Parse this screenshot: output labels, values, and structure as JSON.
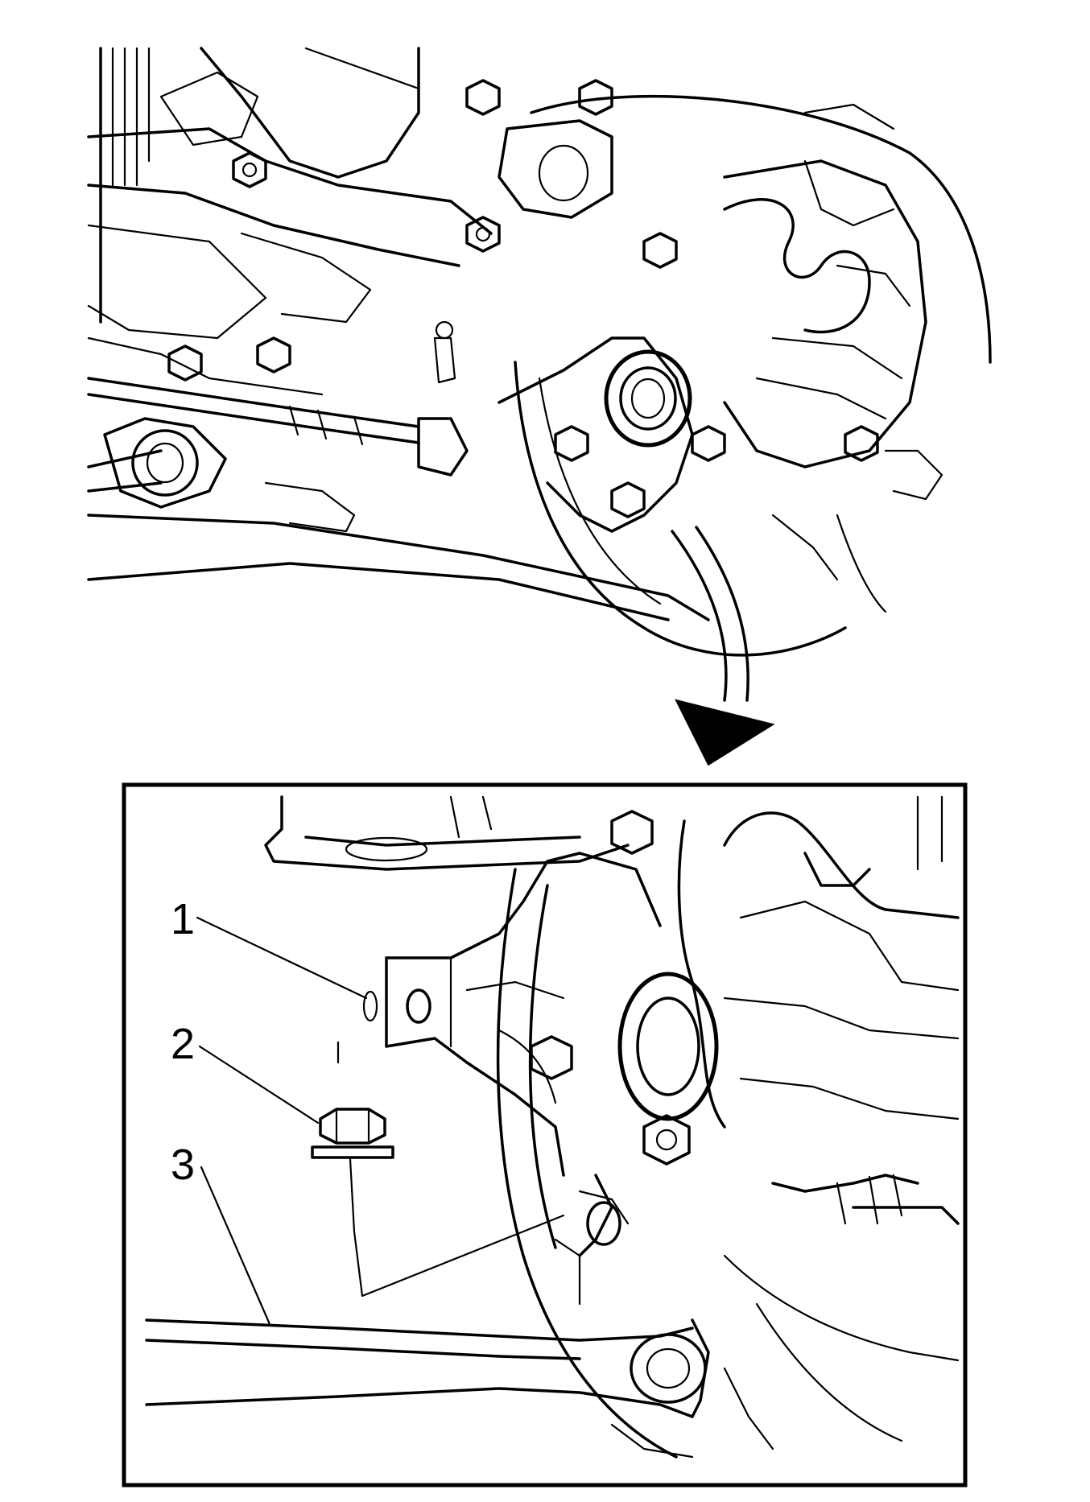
{
  "callouts": [
    {
      "id": 1,
      "label": "1"
    },
    {
      "id": 2,
      "label": "2"
    },
    {
      "id": 3,
      "label": "3"
    }
  ],
  "colors": {
    "ink": "#000000",
    "background": "#ffffff"
  }
}
